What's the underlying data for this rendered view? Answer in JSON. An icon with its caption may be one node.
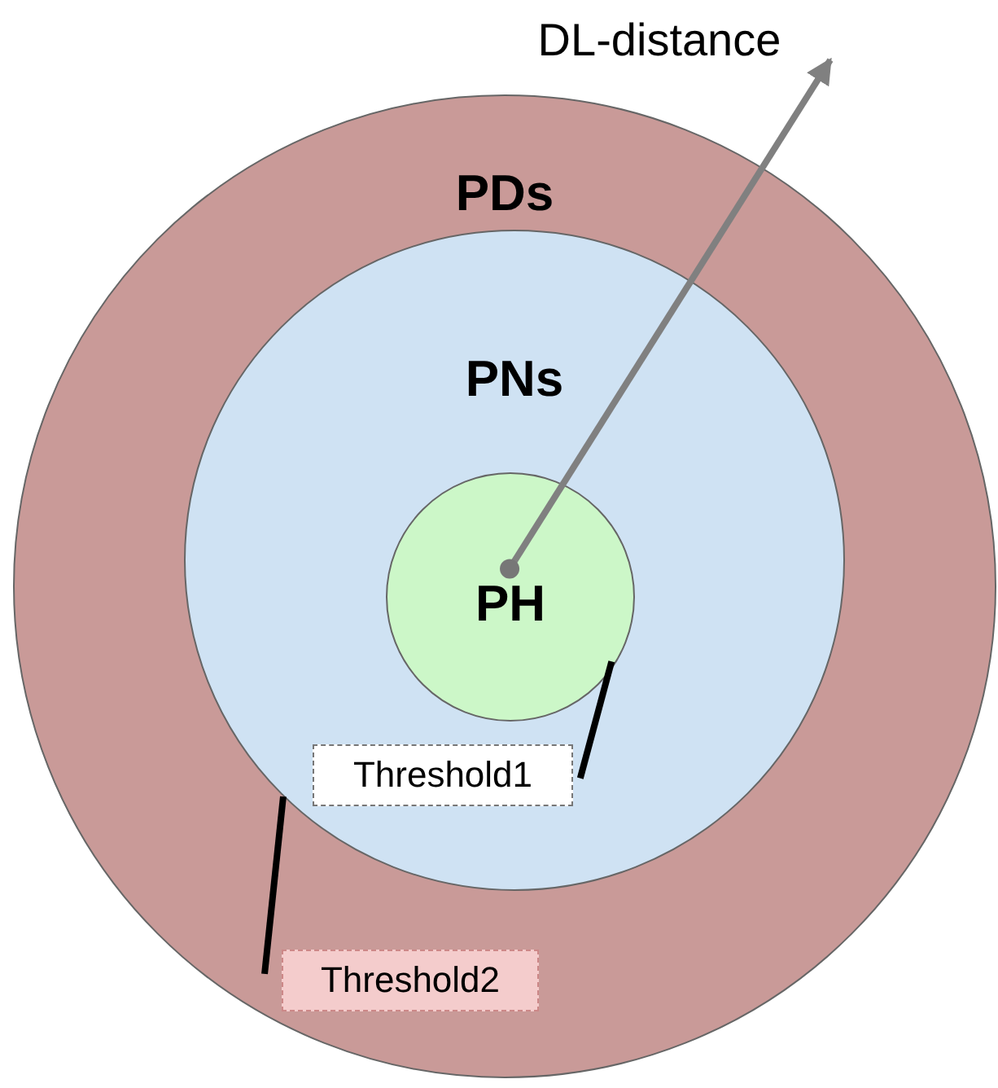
{
  "diagram": {
    "nodes": [
      {
        "text": [
          "PDs"
        ]
      },
      {
        "text": [
          "PNs"
        ],
        "in": 0
      },
      {
        "text": [
          "PH"
        ],
        "in": 1
      },
      {
        "text": [
          "Threshold1"
        ],
        "in": 1
      },
      {
        "text": [
          "Threshold2"
        ],
        "in": 0
      },
      {
        "text": [
          "DL-distance"
        ]
      }
    ],
    "edges": [
      {
        "from": 2,
        "to": 5,
        "arrow": "to",
        "color": "#808080"
      },
      {
        "from": 3,
        "to": 2,
        "arrow": "none"
      },
      {
        "from": 4,
        "to": 1,
        "arrow": "none"
      }
    ]
  }
}
